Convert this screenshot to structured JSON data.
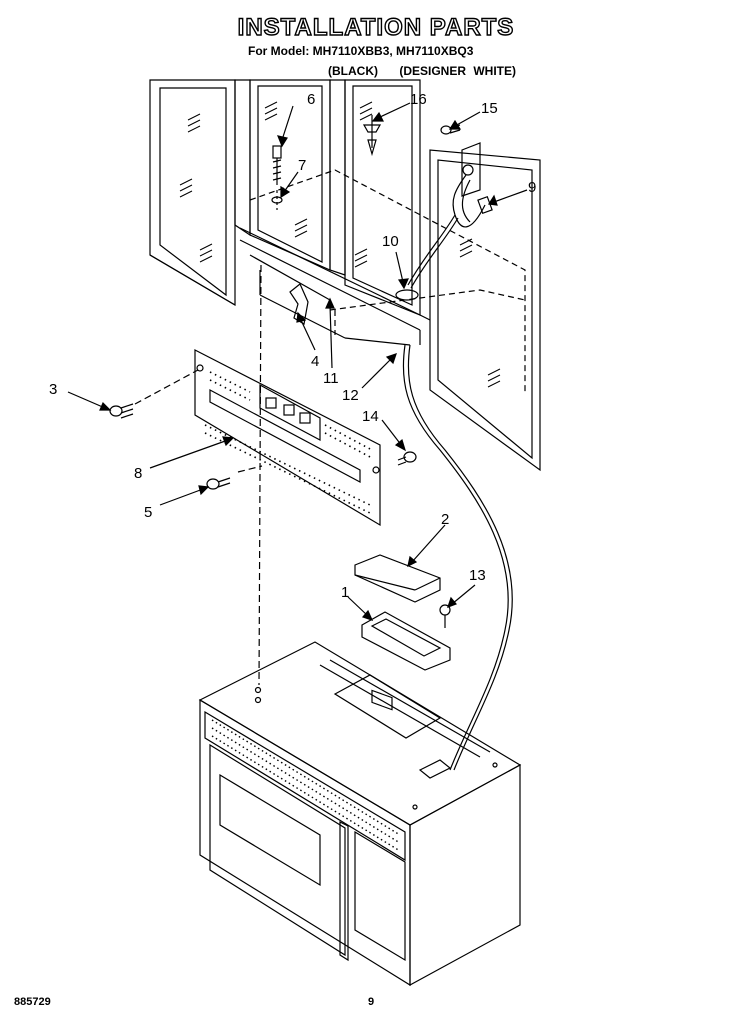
{
  "header": {
    "title": "INSTALLATION PARTS",
    "models": "For Model: MH7110XBB3, MH7110XBQ3",
    "color_black": "(BLACK)",
    "color_white": "(DESIGNER WHITE)"
  },
  "callouts": [
    "1",
    "2",
    "3",
    "4",
    "5",
    "6",
    "7",
    "8",
    "9",
    "10",
    "11",
    "12",
    "13",
    "14",
    "15",
    "16"
  ],
  "footer": {
    "doc_number": "885729",
    "page_number": "9"
  }
}
